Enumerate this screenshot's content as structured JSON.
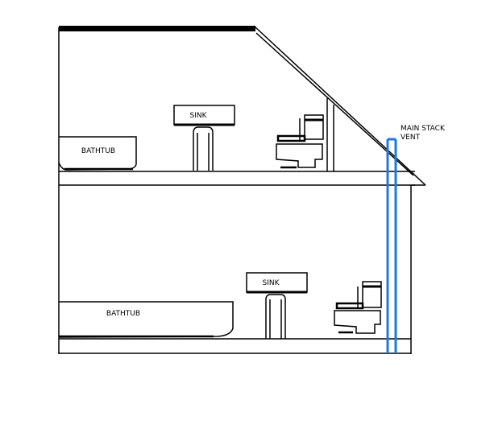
{
  "labels": {
    "upper_bathtub": "BATHTUB",
    "upper_sink": "SINK",
    "lower_bathtub": "BATHTUB",
    "lower_sink": "SINK",
    "vent_line1": "MAIN STACK",
    "vent_line2": "VENT"
  },
  "colors": {
    "line": "#000000",
    "vent": "#1f7ad8",
    "background": "#ffffff"
  }
}
